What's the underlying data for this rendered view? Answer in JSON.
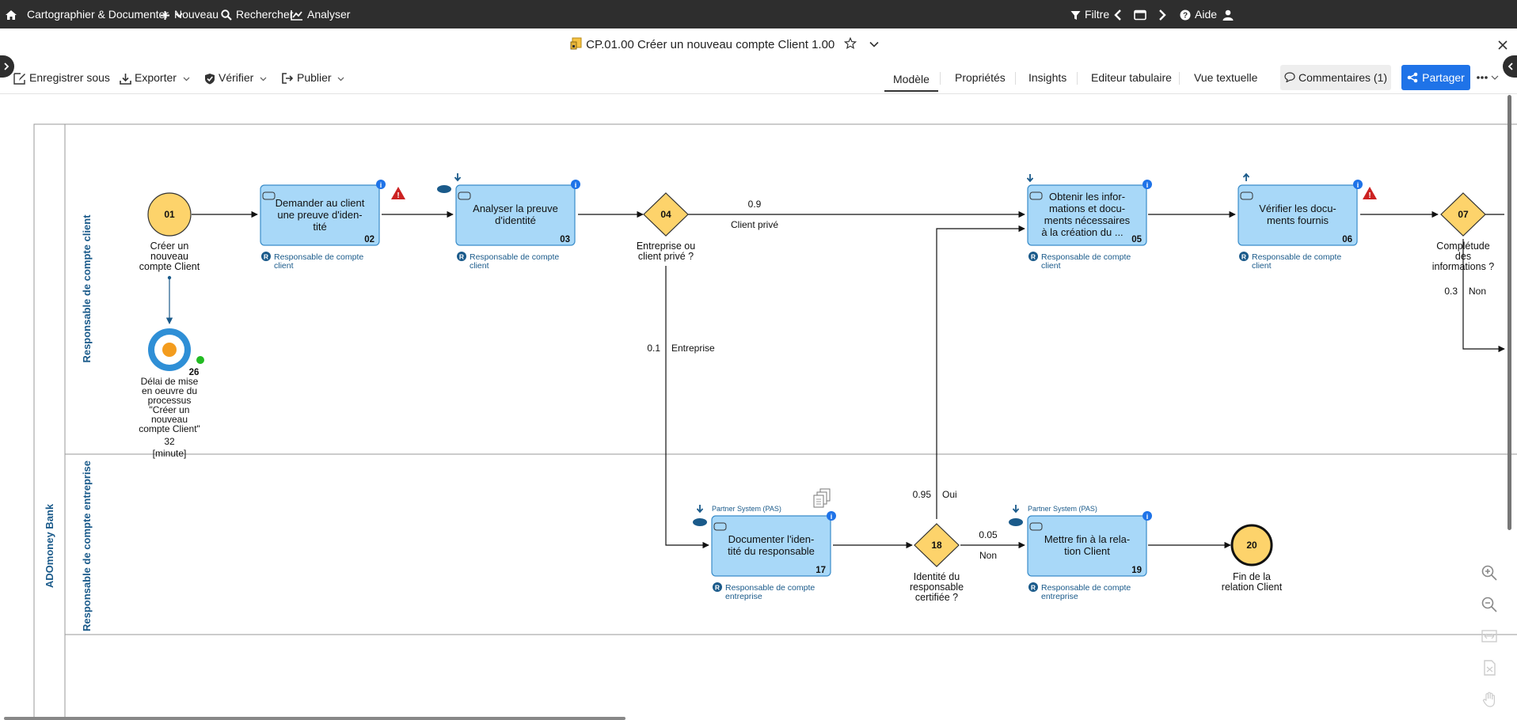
{
  "topbar": {
    "menu_main": "Cartographier & Documenter",
    "nouveau": "Nouveau",
    "rechercher": "Rechercher",
    "analyser": "Analyser",
    "filtre": "Filtre",
    "aide": "Aide",
    "icons": [
      "home-icon",
      "plus-icon",
      "search-icon",
      "chart-icon",
      "filter-icon",
      "chevron-left-icon",
      "window-icon",
      "chevron-right-icon",
      "help-icon",
      "user-icon"
    ]
  },
  "titlebar": {
    "title": "CP.01.00 Créer un nouveau compte Client 1.00"
  },
  "toolbar": {
    "enregistrer": "Enregistrer sous",
    "exporter": "Exporter",
    "verifier": "Vérifier",
    "publier": "Publier",
    "tabs": [
      "Modèle",
      "Propriétés",
      "Insights",
      "Editeur tabulaire",
      "Vue textuelle"
    ],
    "active_tab": "Modèle",
    "comments": "Commentaires (1)",
    "share": "Partager"
  },
  "diagram": {
    "pool": "ADOmoney Bank",
    "lane_1": "Responsable de compte client",
    "lane_2": "Responsable de compte entreprise",
    "role_client_l1": "Responsable de compte",
    "role_client_l2": "client",
    "role_entreprise_l1": "Responsable de compte",
    "role_entreprise_l2": "entreprise",
    "system_pas": "Partner System (PAS)",
    "start_num": "01",
    "start_l1": "Créer un",
    "start_l2": "nouveau",
    "start_l3": "compte Client",
    "t02_l1": "Demander au client",
    "t02_l2": "une preuve d'iden-",
    "t02_l3": "tité",
    "t02_num": "02",
    "t03_l1": "Analyser la preuve",
    "t03_l2": "d'identité",
    "t03_num": "03",
    "g04_num": "04",
    "g04_l1": "Entreprise ou",
    "g04_l2": "client privé ?",
    "f_09": "0.9",
    "f_client_prive": "Client privé",
    "f_01": "0.1",
    "f_entreprise": "Entreprise",
    "t05_l1": "Obtenir les infor-",
    "t05_l2": "mations et docu-",
    "t05_l3": "ments nécessaires",
    "t05_l4": "à la création du ...",
    "t05_num": "05",
    "t06_l1": "Vérifier les docu-",
    "t06_l2": "ments fournis",
    "t06_num": "06",
    "g07_num": "07",
    "g07_l1": "Complétude",
    "g07_l2": "des",
    "g07_l3": "informations ?",
    "f_03": "0.3",
    "f_non_07": "Non",
    "timer_num": "26",
    "timer_l1": "Délai de mise",
    "timer_l2": "en oeuvre du",
    "timer_l3": "processus",
    "timer_l4": "\"Créer un",
    "timer_l5": "nouveau",
    "timer_l6": "compte Client\"",
    "timer_l7": "32",
    "timer_l8": "[minute]",
    "t17_l1": "Documenter l'iden-",
    "t17_l2": "tité du responsable",
    "t17_num": "17",
    "g18_num": "18",
    "g18_l1": "Identité du",
    "g18_l2": "responsable",
    "g18_l3": "certifiée ?",
    "f_095": "0.95",
    "f_oui": "Oui",
    "f_005": "0.05",
    "f_non_18": "Non",
    "t19_l1": "Mettre fin à la rela-",
    "t19_l2": "tion Client",
    "t19_num": "19",
    "end_num": "20",
    "end_l1": "Fin de la",
    "end_l2": "relation Client",
    "colors": {
      "task_fill": "#a8d8f8",
      "task_stroke": "#3a8cc9",
      "event_fill": "#fdd36b",
      "gateway_fill": "#fdd36b",
      "lane_text": "#1a5a8a",
      "timer_blue": "#2f8fd6",
      "timer_orange": "#f39c1e",
      "warning_red": "#cc2222",
      "status_green": "#22bb22",
      "accent_blue": "#1f73e8"
    }
  }
}
